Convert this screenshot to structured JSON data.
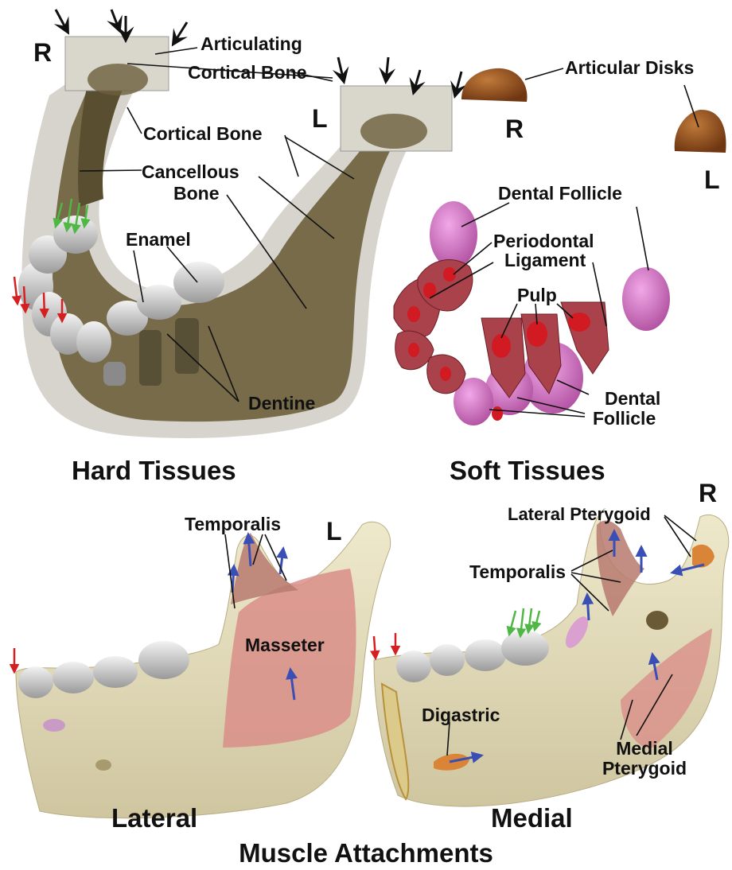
{
  "hard": {
    "side_r": "R",
    "side_l": "L",
    "articulating_1": "Articulating",
    "articulating_2": "Cortical Bone",
    "cortical": "Cortical Bone",
    "cancellous_1": "Cancellous",
    "cancellous_2": "Bone",
    "enamel": "Enamel",
    "dentine": "Dentine",
    "heading": "Hard Tissues"
  },
  "soft": {
    "articular_disks": "Articular Disks",
    "disk_r": "R",
    "disk_l": "L",
    "dental_follicle_top": "Dental Follicle",
    "periodontal_1": "Periodontal",
    "periodontal_2": "Ligament",
    "pulp": "Pulp",
    "dental_follicle_1": "Dental",
    "dental_follicle_2": "Follicle",
    "heading": "Soft Tissues"
  },
  "lateral": {
    "side": "L",
    "temporalis": "Temporalis",
    "masseter": "Masseter",
    "heading": "Lateral"
  },
  "medial": {
    "side": "R",
    "lateral_pterygoid": "Lateral Pterygoid",
    "temporalis": "Temporalis",
    "digastric": "Digastric",
    "medial_pterygoid_1": "Medial",
    "medial_pterygoid_2": "Pterygoid",
    "heading": "Medial"
  },
  "footer": {
    "title": "Muscle Attachments"
  },
  "colors": {
    "bone": "#e6dfbf",
    "cancellous": "#6d5f3c",
    "cortical_shell": "#cfccc4",
    "enamel": "#d8d8d8",
    "disk": "#8a4a1c",
    "follicle": "#d27ac8",
    "ligament": "#a9424a",
    "pulp": "#d11a22",
    "muscle": "#d98e88",
    "digastric": "#d98436",
    "arrow_blue": "#3a4fb5",
    "arrow_red": "#d42020",
    "arrow_green": "#4fb845",
    "arrow_black": "#111111"
  }
}
